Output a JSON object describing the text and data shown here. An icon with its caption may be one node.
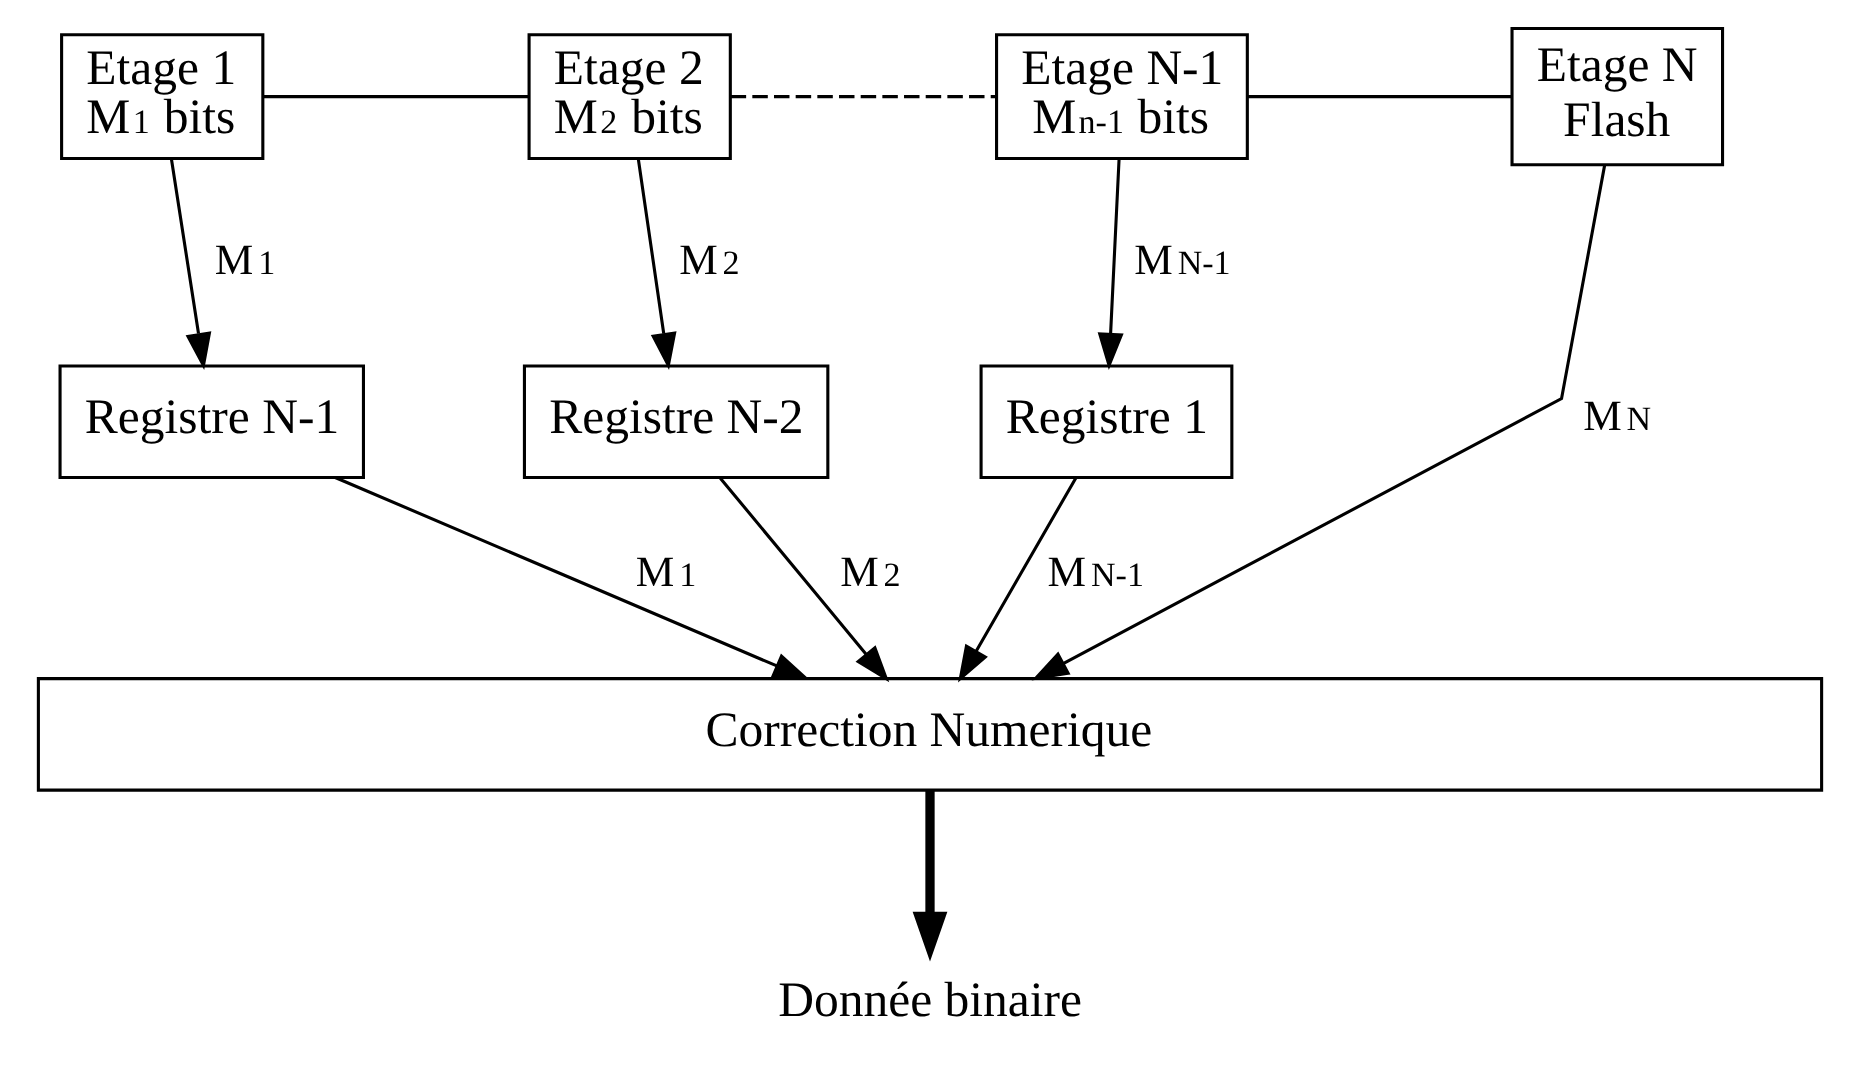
{
  "diagram": {
    "nodes": [
      {
        "text": [
          "Etage 1",
          "M$_{1}$ bits"
        ]
      },
      {
        "text": [
          "Etage 2",
          "M$_{2}$ bits"
        ]
      },
      {
        "text": [
          "Etage N-1",
          "M$_{n-1}$ bits"
        ]
      },
      {
        "text": [
          "Etage N",
          "Flash"
        ]
      },
      {
        "text": [
          "Registre N-1"
        ]
      },
      {
        "text": [
          "Registre N-2"
        ]
      },
      {
        "text": [
          "Registre 1"
        ]
      },
      {
        "text": [
          "Correction Numerique"
        ]
      },
      {
        "text": [
          "Donnée binaire"
        ]
      }
    ],
    "edges": [
      {
        "from": 0,
        "to": 1,
        "arrow": "none"
      },
      {
        "from": 1,
        "to": 2,
        "arrow": "none",
        "style": "dashed"
      },
      {
        "from": 2,
        "to": 3,
        "arrow": "none"
      },
      {
        "from": 0,
        "to": 4,
        "arrow": "to",
        "label": "M$_{1}$"
      },
      {
        "from": 1,
        "to": 5,
        "arrow": "to",
        "label": "M$_{2}$"
      },
      {
        "from": 2,
        "to": 6,
        "arrow": "to",
        "label": "M$_{N-1}$"
      },
      {
        "from": 4,
        "to": 7,
        "arrow": "to",
        "label": "M$_{1}$"
      },
      {
        "from": 5,
        "to": 7,
        "arrow": "to",
        "label": "M$_{2}$"
      },
      {
        "from": 6,
        "to": 7,
        "arrow": "to",
        "label": "M$_{N-1}$"
      },
      {
        "from": 3,
        "to": 7,
        "arrow": "to",
        "label": "M$_{N}$"
      },
      {
        "from": 7,
        "to": 8,
        "arrow": "to",
        "style": "thick"
      }
    ]
  }
}
